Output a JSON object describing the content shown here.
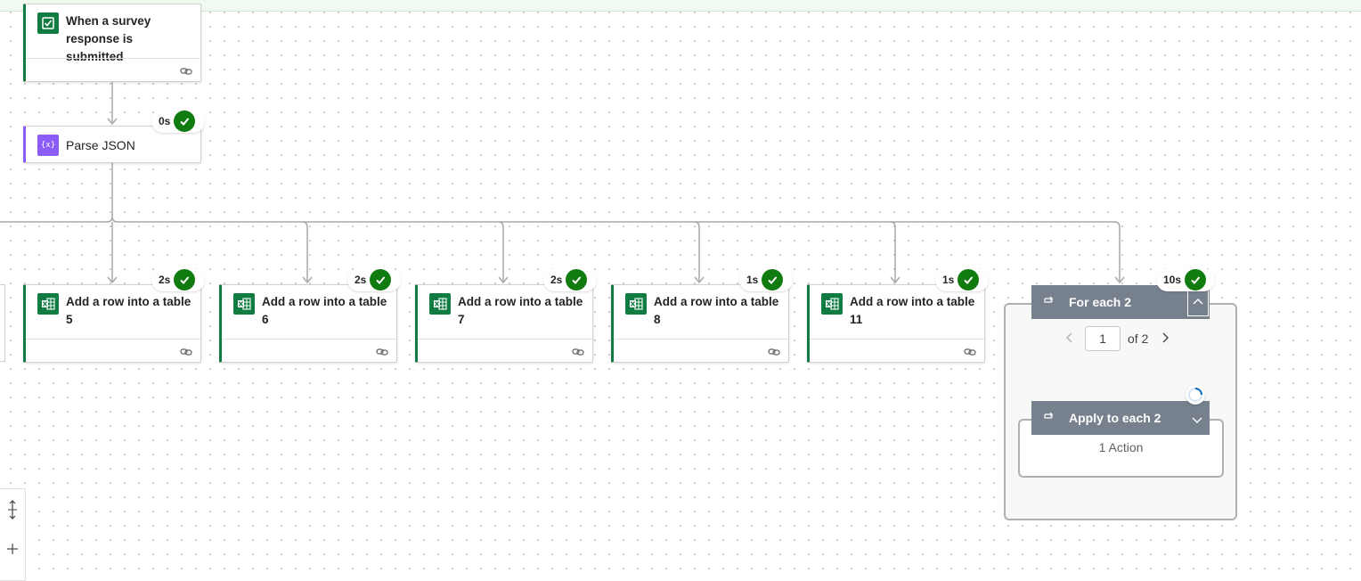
{
  "trigger": {
    "title": "When a survey response is submitted",
    "title_line1": "When a survey",
    "title_line2": "response is submitted",
    "accent": "#107c41"
  },
  "parse": {
    "title": "Parse JSON",
    "duration": "0s",
    "accent": "#8b5cf6"
  },
  "actions": [
    {
      "title": "Add a row into a table",
      "number": "5",
      "duration": "2s"
    },
    {
      "title": "Add a row into a table",
      "number": "6",
      "duration": "2s"
    },
    {
      "title": "Add a row into a table",
      "number": "7",
      "duration": "2s"
    },
    {
      "title": "Add a row into a table",
      "number": "8",
      "duration": "1s"
    },
    {
      "title": "Add a row into a table",
      "number": "11",
      "duration": "1s"
    }
  ],
  "foreach": {
    "title": "For each 2",
    "duration": "10s",
    "page_current": "1",
    "page_total_text": "of 2"
  },
  "apply": {
    "title": "Apply to each 2",
    "actions_text": "1 Action"
  },
  "colors": {
    "success": "#107c10",
    "excel": "#107c41",
    "scope_header": "#77818e"
  },
  "icons": [
    "forms-icon",
    "parse-json-icon",
    "excel-icon",
    "link-icon",
    "check-icon",
    "loop-icon",
    "chevron-up-icon",
    "chevron-down-icon",
    "chevron-left-icon",
    "chevron-right-icon",
    "loading-spinner-icon",
    "fit-view-icon",
    "zoom-in-icon"
  ]
}
